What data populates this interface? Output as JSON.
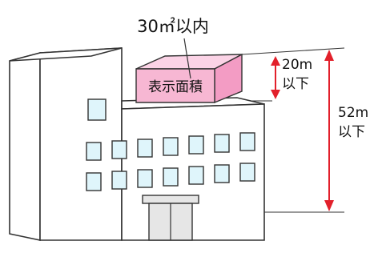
{
  "labels": {
    "area_limit": "30㎡以内",
    "sign": "表示面積",
    "height_sign_value": "20m",
    "height_sign_suffix": "以下",
    "height_total_value": "52m",
    "height_total_suffix": "以下"
  },
  "colors": {
    "sign_front": "#f7b7d3",
    "sign_top": "#fbd3e6",
    "sign_side": "#f39cc4",
    "arrow": "#e2202b",
    "building_outline": "#333333",
    "window_fill": "#dff5fb",
    "door_fill": "#e6e6e6"
  }
}
